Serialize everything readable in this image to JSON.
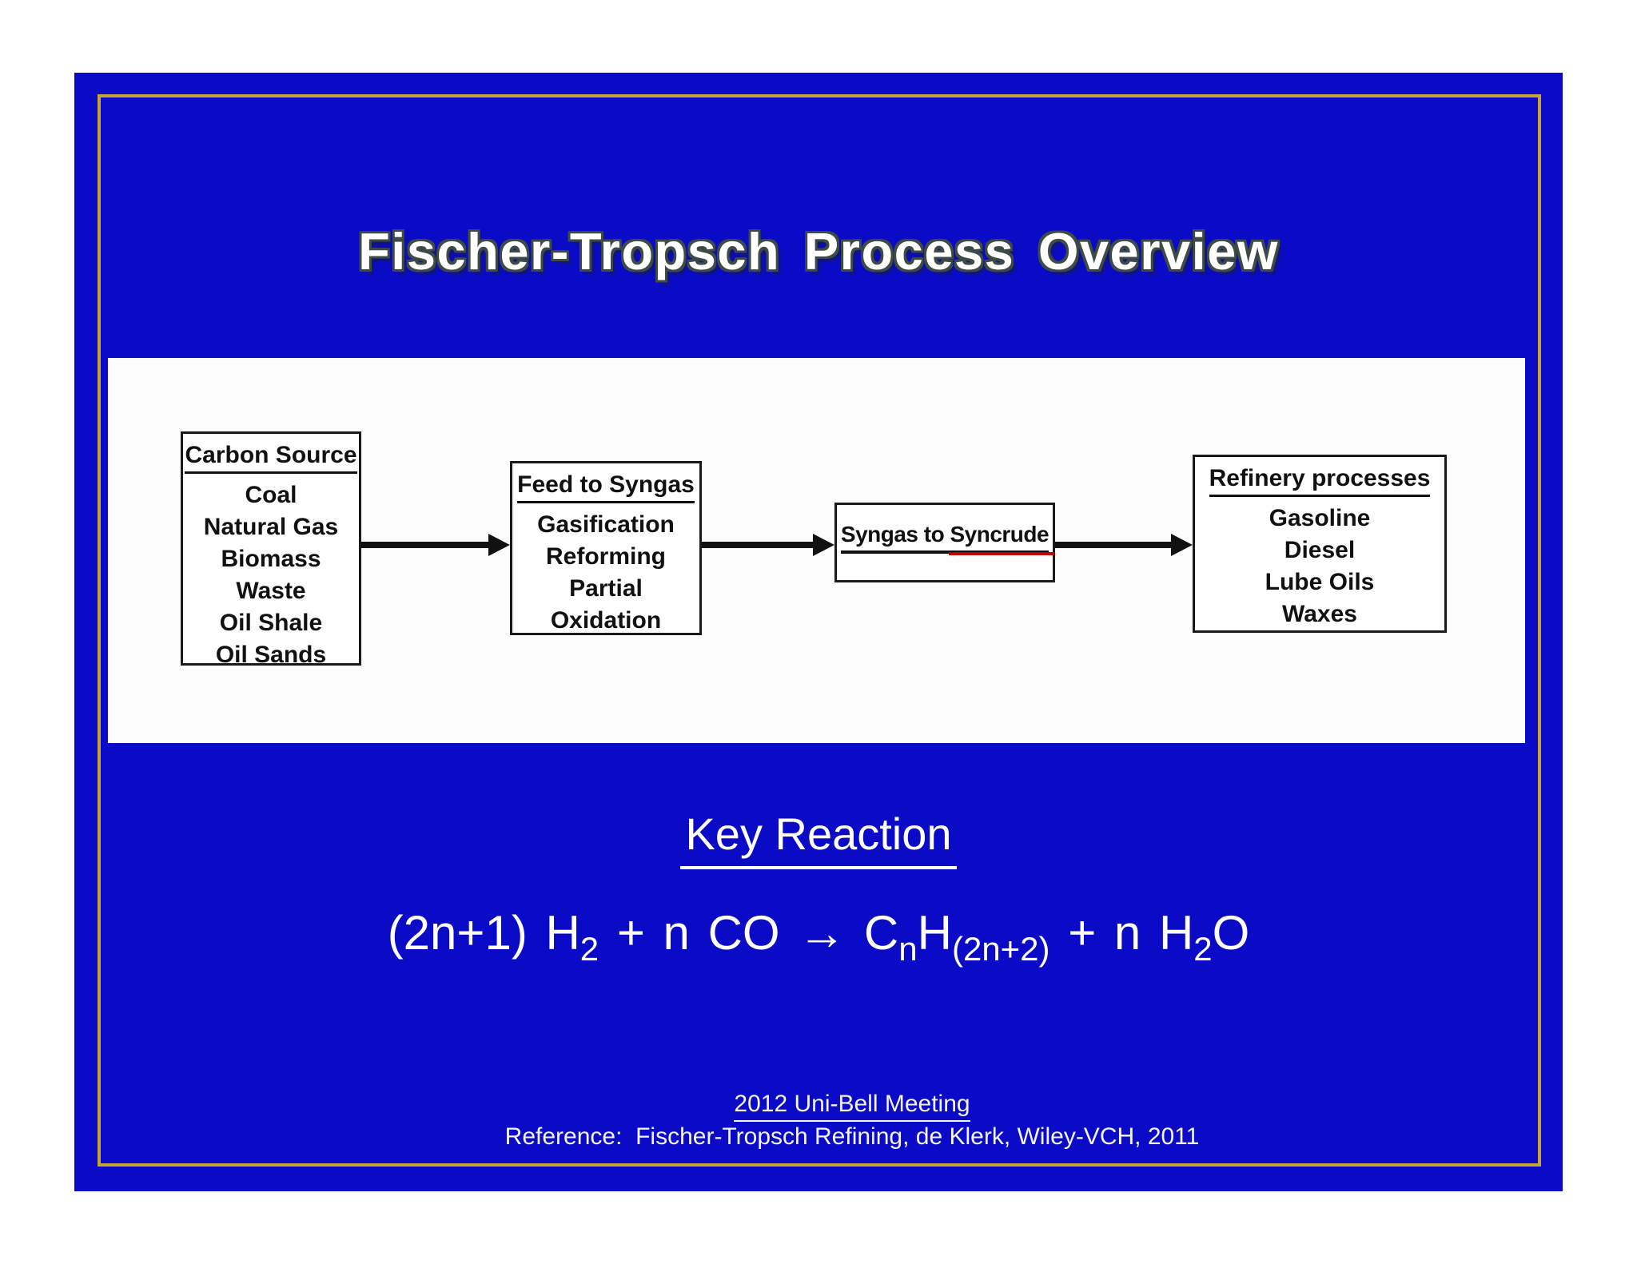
{
  "slide": {
    "title": "Fischer-Tropsch Process Overview",
    "colors": {
      "background_blue": "#0b0bc7",
      "frame_gold": "#c6a438",
      "panel_white": "#fcfcfc",
      "box_border": "#1a1a1a",
      "text_white": "#ffffff",
      "text_black": "#111111",
      "spellcheck_red": "#c00000"
    },
    "diagram": {
      "boxes": [
        {
          "heading": "Carbon Source",
          "items": [
            "Coal",
            "Natural Gas",
            "Biomass",
            "Waste",
            "Oil Shale",
            "Oil Sands"
          ]
        },
        {
          "heading": "Feed to Syngas",
          "items": [
            "Gasification",
            "Reforming",
            "Partial",
            "Oxidation"
          ]
        },
        {
          "heading_part1": "Syngas to ",
          "heading_part2": "Syncrude"
        },
        {
          "heading": "Refinery processes",
          "items": [
            "Gasoline",
            "Diesel",
            "Lube Oils",
            "Waxes"
          ]
        }
      ]
    },
    "key_reaction": {
      "heading": "Key Reaction",
      "equation_segments": [
        {
          "t": "(2n+1) H"
        },
        {
          "t": "2"
        },
        {
          "t": " + n CO "
        },
        {
          "t": "→ C"
        },
        {
          "t": "n"
        },
        {
          "t": "H"
        },
        {
          "t": "(2n+2)"
        },
        {
          "t": " + n H"
        },
        {
          "t": "2"
        },
        {
          "t": "O"
        }
      ]
    },
    "footer": {
      "line1": "2012 Uni-Bell Meeting",
      "line2": "Reference:  Fischer-Tropsch Refining, de Klerk, Wiley-VCH, 2011"
    }
  }
}
